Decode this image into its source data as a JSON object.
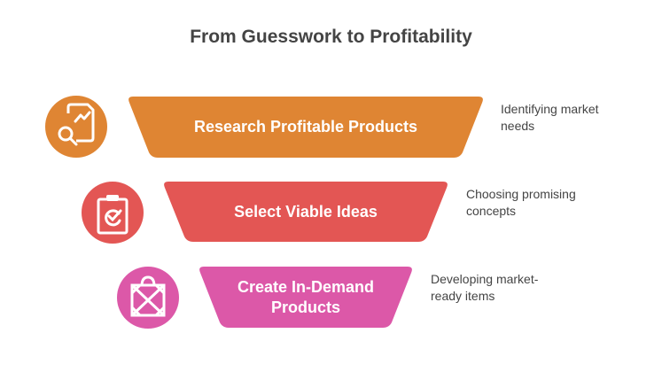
{
  "title": "From Guesswork to Profitability",
  "stages": [
    {
      "label": "Research Profitable Products",
      "description": "Identifying market needs",
      "icon": "research-chart-icon",
      "color": "#DF8533"
    },
    {
      "label": "Select Viable Ideas",
      "description": "Choosing promising concepts",
      "icon": "clipboard-check-icon",
      "color": "#E35654"
    },
    {
      "label": "Create In-Demand Products",
      "description": "Developing market-ready items",
      "icon": "shopping-bag-icon",
      "color": "#DC58A8"
    }
  ]
}
